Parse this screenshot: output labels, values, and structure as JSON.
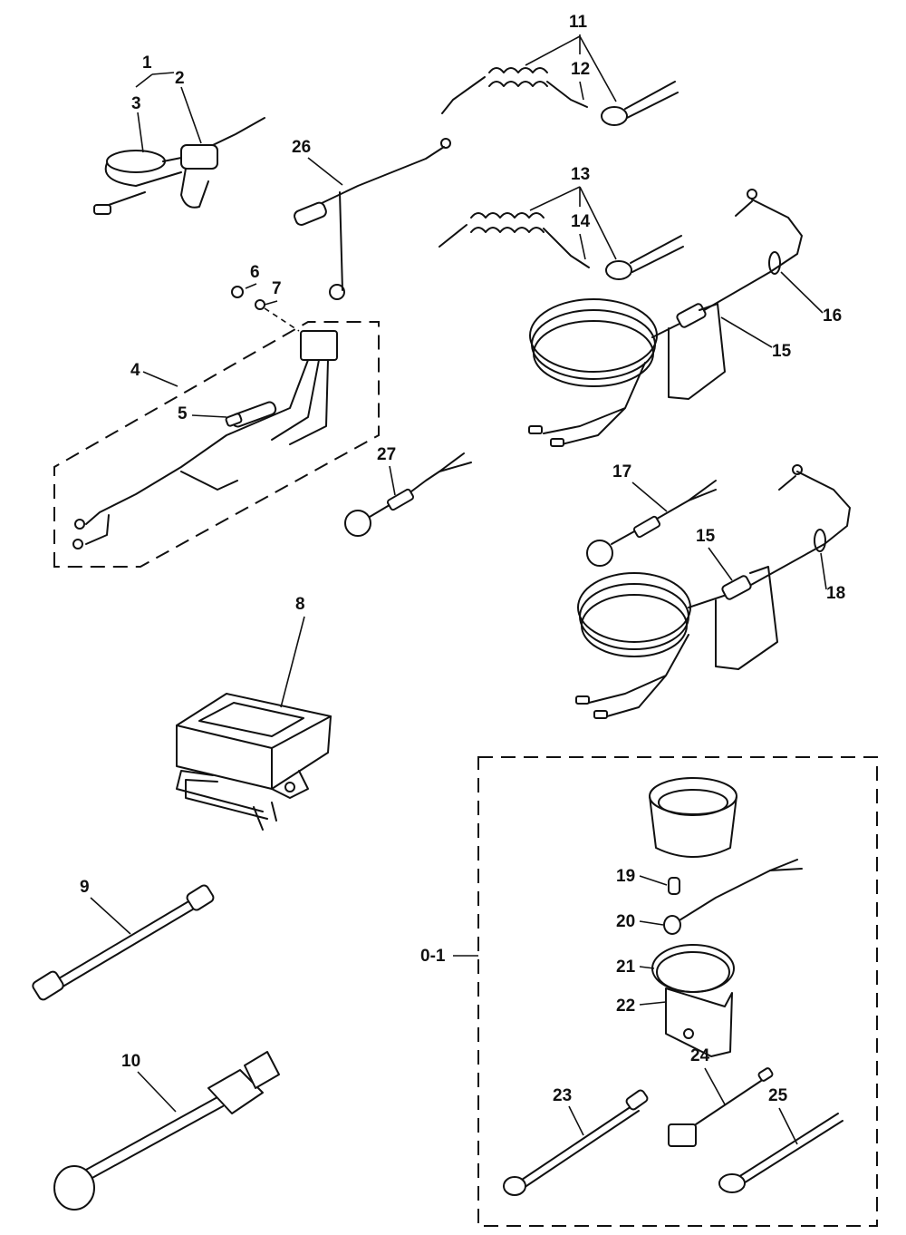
{
  "callouts": {
    "c1": "1",
    "c2": "2",
    "c3": "3",
    "c4": "4",
    "c5": "5",
    "c6": "6",
    "c7": "7",
    "c8": "8",
    "c9": "9",
    "c10": "10",
    "c11": "11",
    "c12": "12",
    "c13": "13",
    "c14": "14",
    "c15a": "15",
    "c15b": "15",
    "c16": "16",
    "c17": "17",
    "c18": "18",
    "c19": "19",
    "c20": "20",
    "c21": "21",
    "c22": "22",
    "c23": "23",
    "c24": "24",
    "c25": "25",
    "c26": "26",
    "c27": "27",
    "c01": "0-1"
  }
}
